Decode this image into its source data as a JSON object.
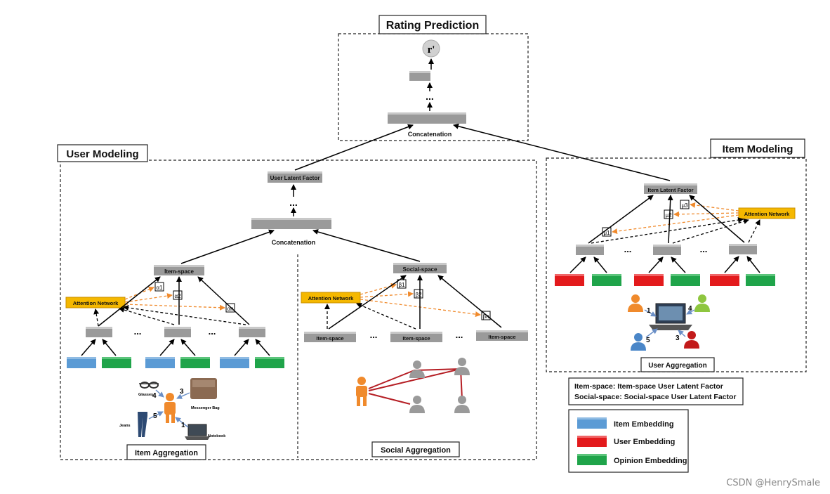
{
  "titles": {
    "rating": "Rating Prediction",
    "user_modeling": "User Modeling",
    "item_modeling": "Item Modeling",
    "item_aggregation": "Item Aggregation",
    "social_aggregation": "Social  Aggregation",
    "user_aggregation": "User Aggregation"
  },
  "rating": {
    "output": "r'",
    "dots": "...",
    "concat": "Concatenation"
  },
  "user": {
    "latent": "User Latent Factor",
    "dots": "...",
    "concat": "Concatenation",
    "item_space": "Item-space",
    "social_space": "Social-space",
    "attention": "Attention Network",
    "alpha": [
      "α1",
      "α2",
      "αn"
    ],
    "beta": [
      "β1",
      "β2",
      "βn"
    ],
    "social_item_space": "Item-space",
    "ellipsis": "...",
    "item_labels": {
      "glasses": "Glasses",
      "bag": "Messenger Bag",
      "jeans": "Jeans",
      "notebook": "Notebook"
    },
    "item_numbers": [
      "4",
      "3",
      "5",
      "1"
    ]
  },
  "item": {
    "latent": "Item Latent Factor",
    "attention": "Attention Network",
    "mu": [
      "μ1",
      "μ2",
      "μ3"
    ],
    "ellipsis": "...",
    "user_numbers": [
      "1",
      "4",
      "5",
      "3"
    ]
  },
  "legend": {
    "def_item": "Item-space:  Item-space User Latent Factor",
    "def_social": "Social-space: Social-space User Latent Factor",
    "item_emb": "Item Embedding",
    "user_emb": "User Embedding",
    "opinion_emb": "Opinion Embedding"
  },
  "colors": {
    "item_embedding": "#5b9bd5",
    "user_embedding": "#e31a1c",
    "opinion_embedding": "#1fa44a",
    "attention": "#f5b800",
    "layer": "#9a9a9a",
    "person_orange": "#f08a2c",
    "attention_arrow": "#f08a2c"
  },
  "watermark": "CSDN @HenrySmale"
}
